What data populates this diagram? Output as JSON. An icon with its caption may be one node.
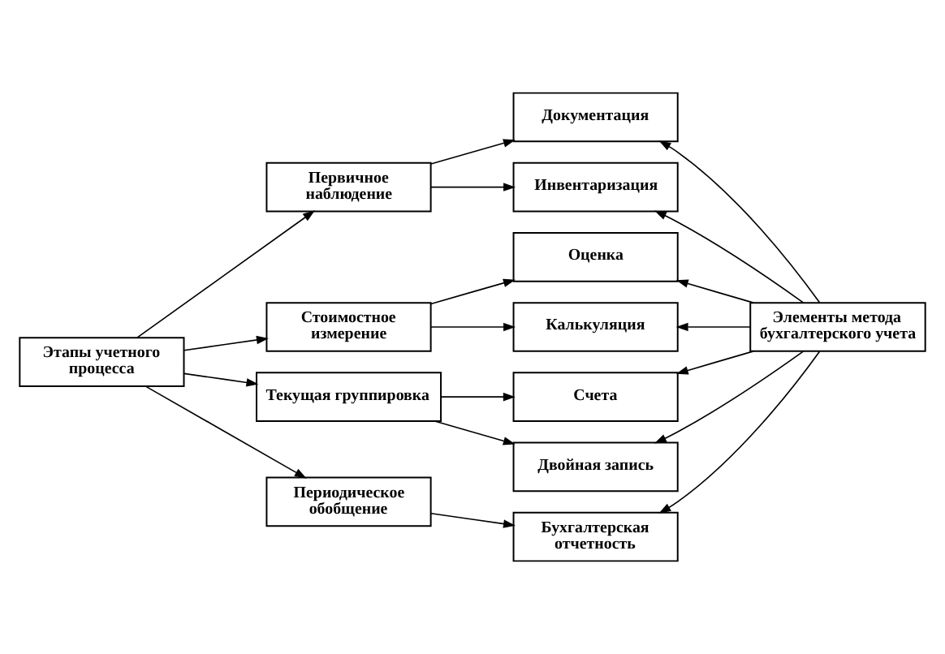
{
  "diagram": {
    "nodes": [
      {
        "text": [
          "Этапы учетного процесса"
        ]
      },
      {
        "text": [
          "Первичное наблюдение"
        ]
      },
      {
        "text": [
          "Стоимостное измерение"
        ]
      },
      {
        "text": [
          "Текущая группировка"
        ]
      },
      {
        "text": [
          "Периодическое обобщение"
        ]
      },
      {
        "text": [
          "Элементы метода бухгалтерского учета"
        ]
      },
      {
        "text": [
          "Документация"
        ]
      },
      {
        "text": [
          "Инвентаризация"
        ]
      },
      {
        "text": [
          "Оценка"
        ]
      },
      {
        "text": [
          "Калькуляция"
        ]
      },
      {
        "text": [
          "Счета"
        ]
      },
      {
        "text": [
          "Двойная запись"
        ]
      },
      {
        "text": [
          "Бухгалтерская отчетность"
        ]
      }
    ],
    "edges": [
      {
        "from": 0,
        "to": 1,
        "arrow": "to"
      },
      {
        "from": 0,
        "to": 2,
        "arrow": "to"
      },
      {
        "from": 0,
        "to": 3,
        "arrow": "to"
      },
      {
        "from": 0,
        "to": 4,
        "arrow": "to"
      },
      {
        "from": 1,
        "to": 6,
        "arrow": "to"
      },
      {
        "from": 1,
        "to": 7,
        "arrow": "to"
      },
      {
        "from": 2,
        "to": 8,
        "arrow": "to"
      },
      {
        "from": 2,
        "to": 9,
        "arrow": "to"
      },
      {
        "from": 3,
        "to": 10,
        "arrow": "to"
      },
      {
        "from": 3,
        "to": 11,
        "arrow": "to"
      },
      {
        "from": 4,
        "to": 12,
        "arrow": "to"
      },
      {
        "from": 5,
        "to": 6,
        "arrow": "to"
      },
      {
        "from": 5,
        "to": 7,
        "arrow": "to"
      },
      {
        "from": 5,
        "to": 8,
        "arrow": "to"
      },
      {
        "from": 5,
        "to": 9,
        "arrow": "to"
      },
      {
        "from": 5,
        "to": 10,
        "arrow": "to"
      },
      {
        "from": 5,
        "to": 11,
        "arrow": "to"
      },
      {
        "from": 5,
        "to": 12,
        "arrow": "to"
      }
    ]
  }
}
